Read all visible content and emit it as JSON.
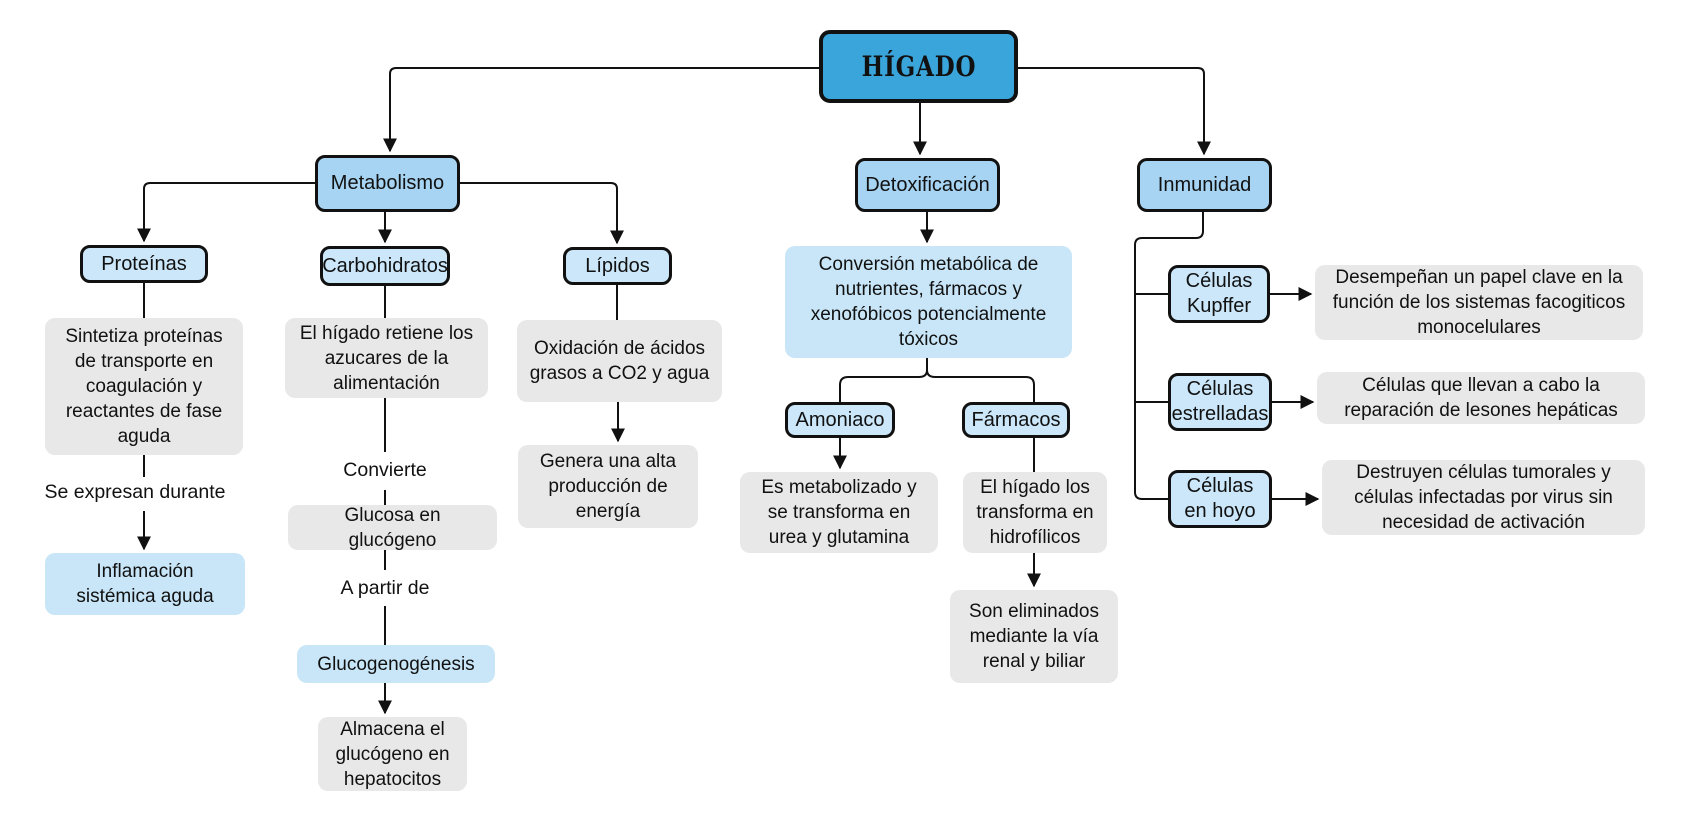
{
  "diagram": {
    "root": {
      "label": "HÍGADO"
    },
    "metabolismo": {
      "label": "Metabolismo",
      "proteinas": {
        "label": "Proteínas",
        "desc": "Sintetiza proteínas de transporte en coagulación y reactantes de fase aguda",
        "edge": "Se expresan durante",
        "result": "Inflamación sistémica aguda"
      },
      "carbohidratos": {
        "label": "Carbohidratos",
        "desc": "El hígado retiene los azucares de la alimentación",
        "edge1": "Convierte",
        "step": "Glucosa en glucógeno",
        "edge2": "A partir de",
        "process": "Glucogenogénesis",
        "result": "Almacena el glucógeno en hepatocitos"
      },
      "lipidos": {
        "label": "Lípidos",
        "desc": "Oxidación de ácidos grasos a CO2 y agua",
        "result": "Genera una alta producción de energía"
      }
    },
    "detoxificacion": {
      "label": "Detoxificación",
      "desc": "Conversión metabólica de nutrientes, fármacos y xenofóbicos potencialmente tóxicos",
      "amoniaco": {
        "label": "Amoniaco",
        "desc": "Es metabolizado y se transforma en urea y glutamina"
      },
      "farmacos": {
        "label": "Fármacos",
        "desc": "El hígado los transforma en hidrofílicos",
        "result": "Son eliminados mediante la vía renal y biliar"
      }
    },
    "inmunidad": {
      "label": "Inmunidad",
      "kupffer": {
        "label": "Células Kupffer",
        "desc": "Desempeñan un papel clave en la función de los sistemas facogiticos monocelulares"
      },
      "estrelladas": {
        "label": "Células estrelladas",
        "desc": "Células que llevan a cabo la reparación de lesones hepáticas"
      },
      "hoyo": {
        "label": "Células en hoyo",
        "desc": "Destruyen células tumorales y células infectadas por virus sin necesidad de activación"
      }
    }
  },
  "colors": {
    "root": "#3aa5db",
    "branch": "#a6d4f2",
    "leaf": "#cbe7f9",
    "highlight": "#c8e6f8",
    "note": "#e8e8e8",
    "line": "#111111"
  }
}
